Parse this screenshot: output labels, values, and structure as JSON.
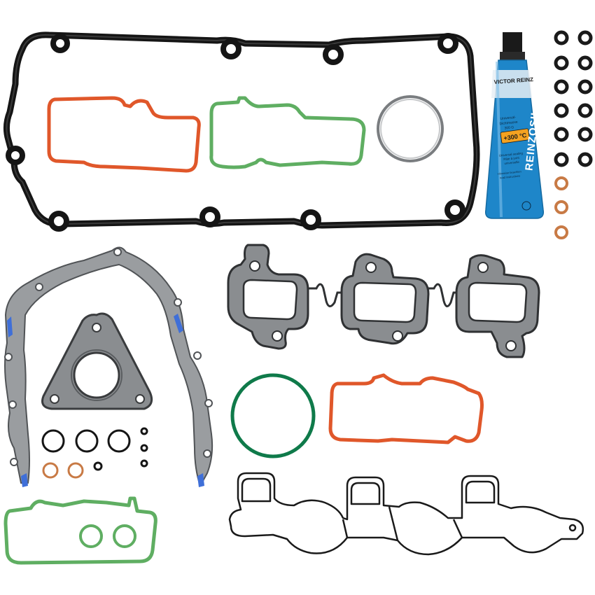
{
  "product": {
    "tube": {
      "brand_text": "VICTOR REINZ",
      "name_text": "REINZOSIL",
      "temp_text": "+300 °C",
      "desc_lines": [
        "Universal-",
        "Dichtmasse",
        "300 G",
        "Universal sealing",
        "Pâte à joint",
        "universelle"
      ],
      "warn_lines": [
        "Hinweise beachten",
        "read instructions"
      ]
    },
    "colors": {
      "black_gasket": "#151515",
      "orange_gasket": "#e0572a",
      "green_gasket": "#5fae62",
      "steel": "#8a8d90",
      "steel_dark": "#3a3c3e",
      "tube_blue": "#1e86c9",
      "o_ring_green": "#0f7a4a",
      "copper": "#c87a45"
    }
  }
}
